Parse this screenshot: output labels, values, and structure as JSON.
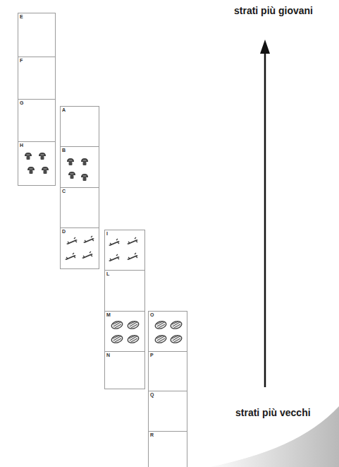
{
  "diagram": {
    "nodes": [
      {
        "text": [
          "E"
        ]
      },
      {
        "text": [
          "F"
        ]
      },
      {
        "text": [
          "G"
        ]
      },
      {
        "text": [
          "H"
        ]
      },
      {
        "text": [
          "A"
        ]
      },
      {
        "text": [
          "B"
        ]
      },
      {
        "text": [
          "C"
        ]
      },
      {
        "text": [
          "D"
        ]
      },
      {
        "text": [
          "I"
        ]
      },
      {
        "text": [
          "L"
        ]
      },
      {
        "text": [
          "M"
        ]
      },
      {
        "text": [
          "N"
        ]
      },
      {
        "text": [
          "O"
        ]
      },
      {
        "text": [
          "P"
        ]
      },
      {
        "text": [
          "Q"
        ]
      },
      {
        "text": [
          "R"
        ]
      }
    ],
    "labels": [
      "strati più giovani",
      "strati più vecchi"
    ]
  }
}
